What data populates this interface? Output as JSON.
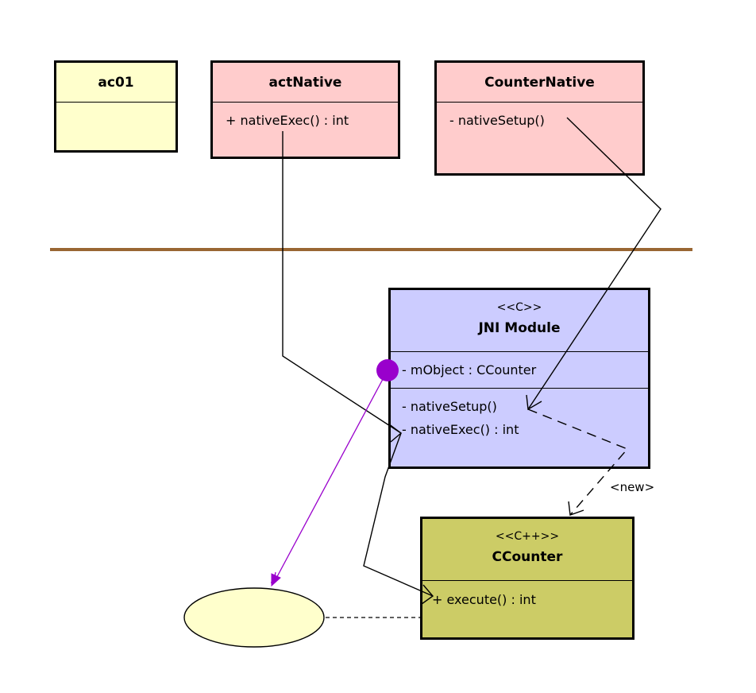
{
  "classes": {
    "ac01": {
      "title": "ac01",
      "fill": "#ffffcc"
    },
    "actNative": {
      "title": "actNative",
      "ops": [
        "+ nativeExec() : int"
      ],
      "fill": "#ffcccc"
    },
    "counterNative": {
      "title": "CounterNative",
      "ops": [
        "- nativeSetup()"
      ],
      "fill": "#ffcccc"
    },
    "jniModule": {
      "stereotype": "<<C>>",
      "title": "JNI Module",
      "attrs": [
        "- mObject : CCounter"
      ],
      "ops": [
        "- nativeSetup()",
        "- nativeExec() : int"
      ],
      "fill": "#ccccff"
    },
    "cCounter": {
      "stereotype": "<<C++>>",
      "title": "CCounter",
      "ops": [
        "+ execute() : int"
      ],
      "fill": "#cccc66"
    }
  },
  "edges": {
    "new_label": "<new>"
  },
  "colors": {
    "separator": "#996633",
    "instance_link": "#9900cc",
    "object_fill": "#ffffcc"
  }
}
